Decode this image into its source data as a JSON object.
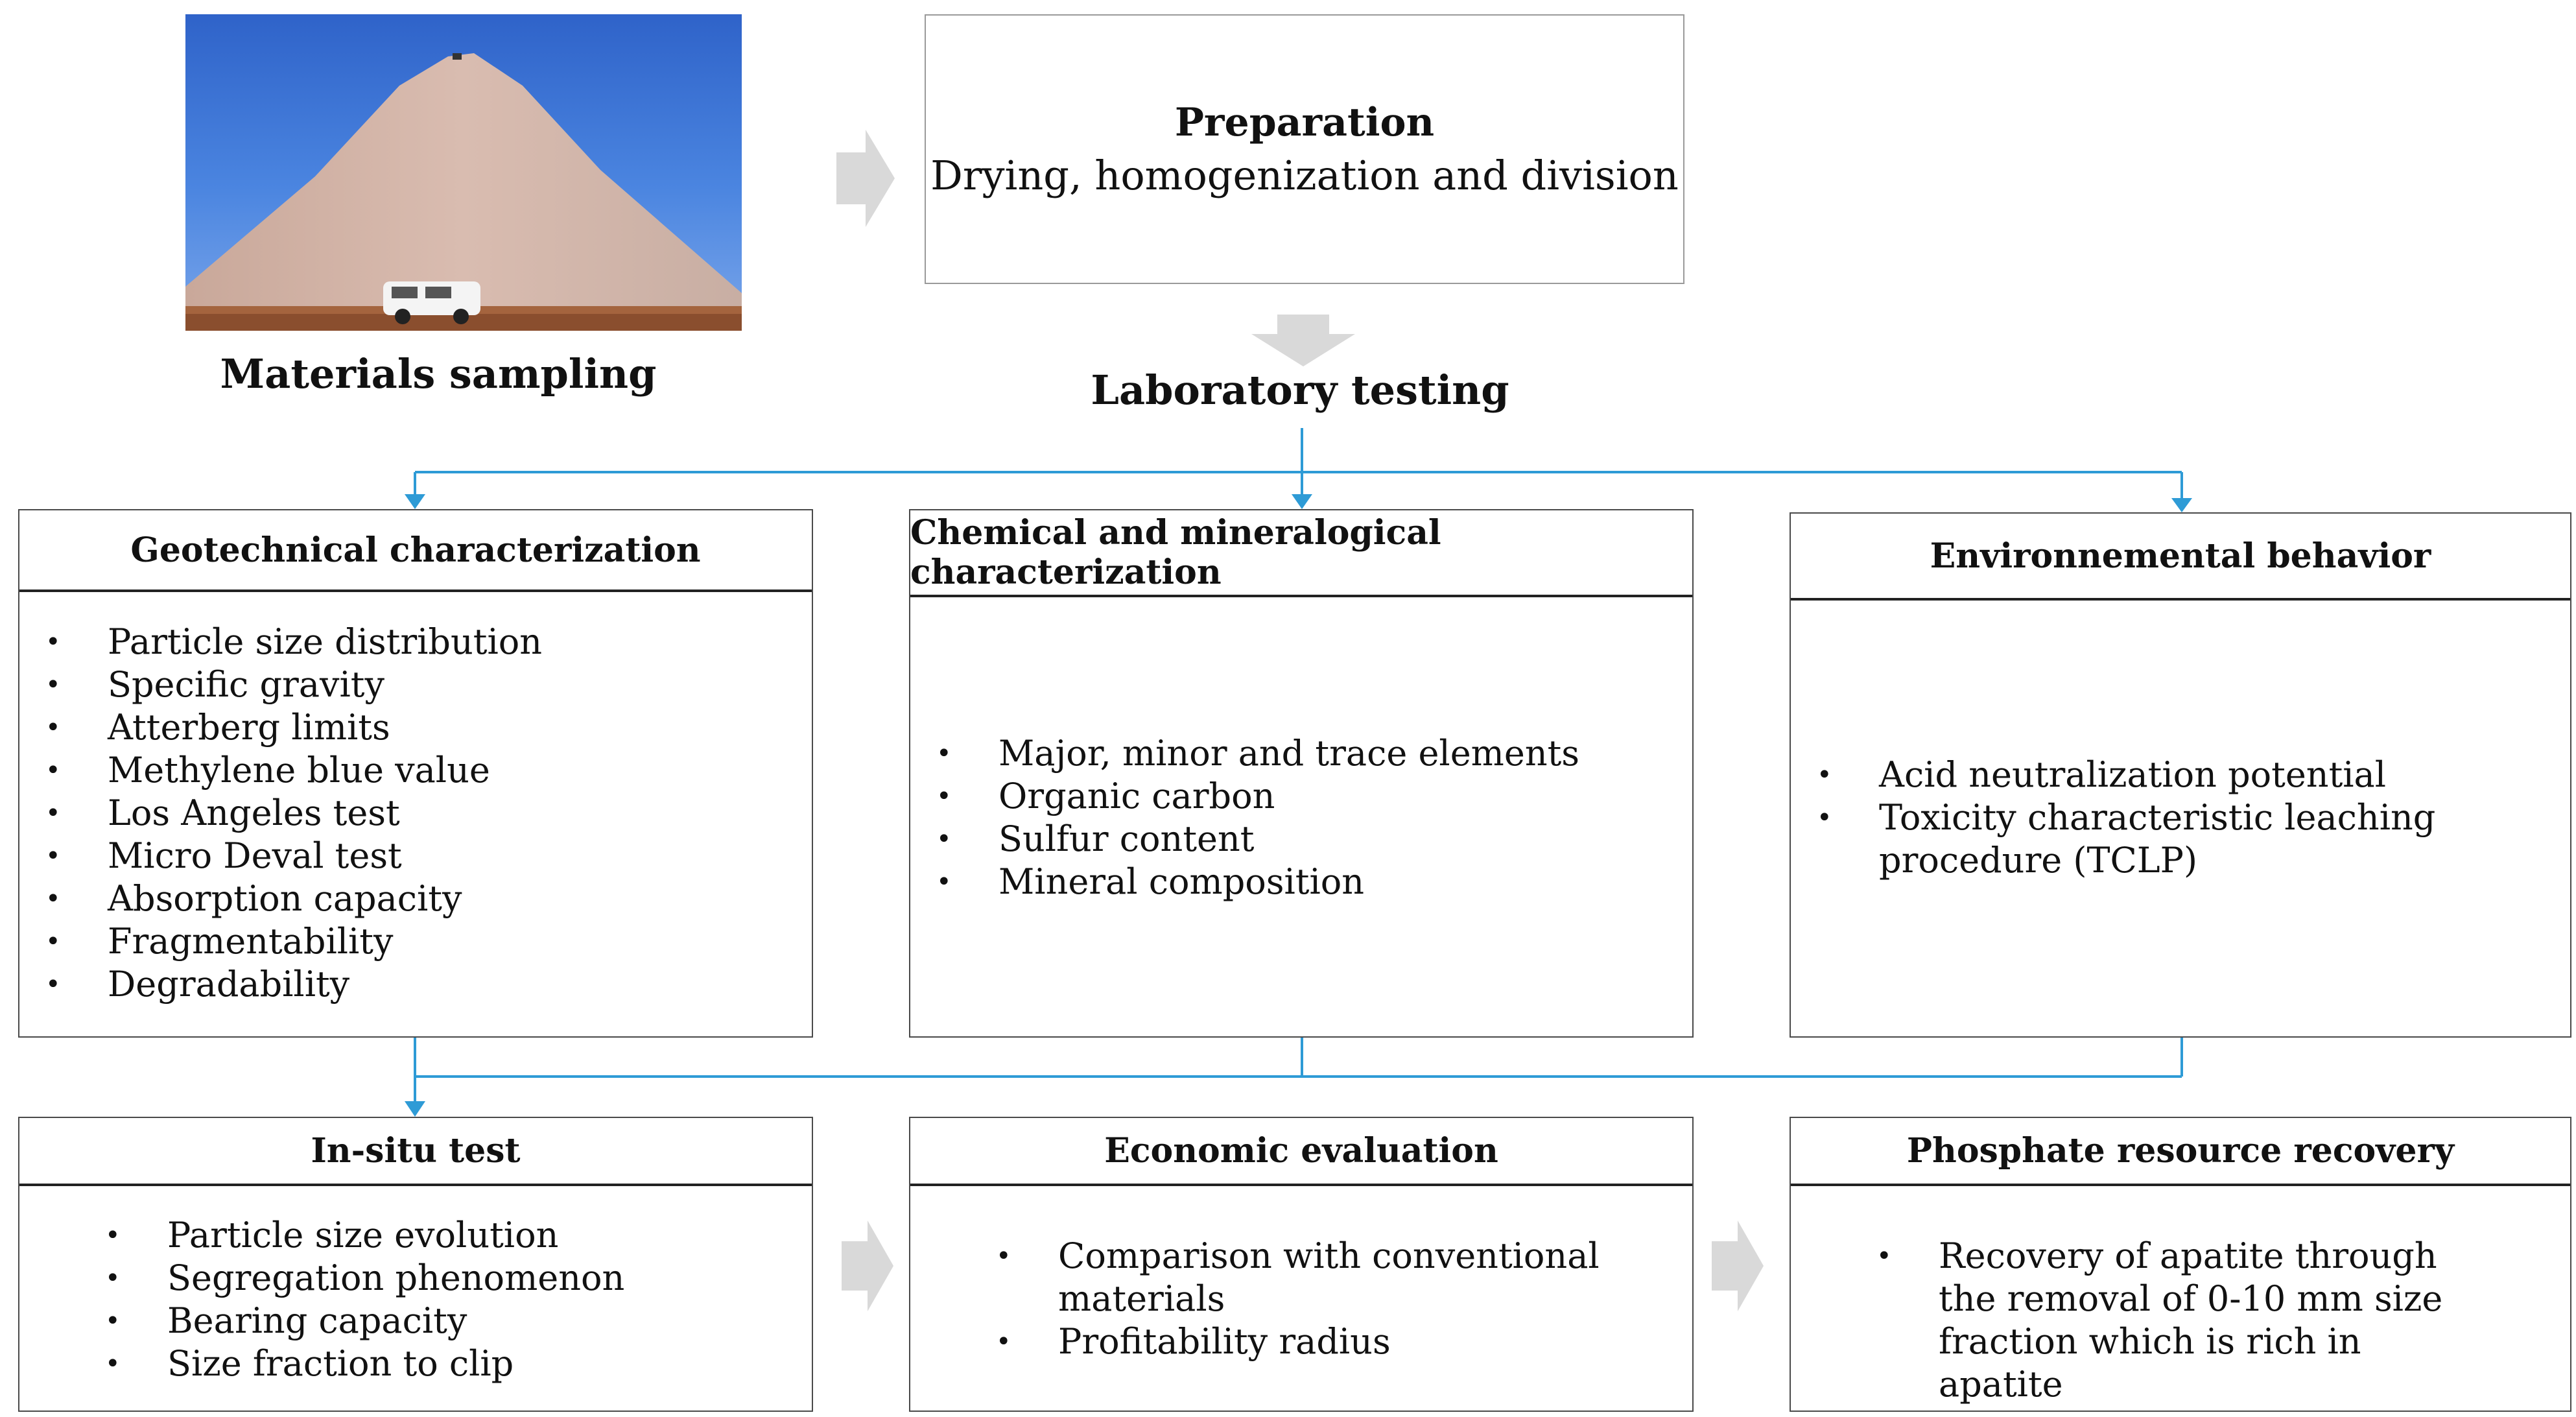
{
  "top": {
    "sampling_caption": "Materials sampling",
    "preparation_title": "Preparation",
    "preparation_text": "Drying, homogenization and division",
    "lab_caption": "Laboratory testing"
  },
  "characterization": {
    "geotechnical": {
      "title": "Geotechnical  characterization",
      "items": [
        "Particle size distribution",
        "Specific gravity",
        "Atterberg limits",
        "Methylene blue value",
        "Los Angeles test",
        "Micro Deval test",
        "Absorption capacity",
        "Fragmentability",
        "Degradability"
      ]
    },
    "chemical": {
      "title": "Chemical and mineralogical characterization",
      "items": [
        "Major, minor and trace elements",
        "Organic carbon",
        "Sulfur content",
        "Mineral composition"
      ]
    },
    "environmental": {
      "title": "Environnemental behavior",
      "items": [
        "Acid neutralization potential",
        "Toxicity characteristic leaching procedure (TCLP)"
      ]
    }
  },
  "outcomes": {
    "insitu": {
      "title": "In-situ test",
      "items": [
        "Particle size evolution",
        "Segregation phenomenon",
        "Bearing capacity",
        "Size fraction to clip"
      ]
    },
    "economic": {
      "title": "Economic evaluation",
      "items": [
        "Comparison with conventional materials",
        "Profitability radius"
      ]
    },
    "phosphate": {
      "title": "Phosphate resource recovery",
      "items": [
        "Recovery of apatite through the removal of 0-10 mm size fraction which is rich in apatite"
      ]
    }
  },
  "colors": {
    "connector": "#2e9bd6",
    "arrow": "#d9d9d9",
    "border": "#4a4a4a"
  },
  "icons": {
    "bullet": "•",
    "photo": "stockpile-photo"
  }
}
